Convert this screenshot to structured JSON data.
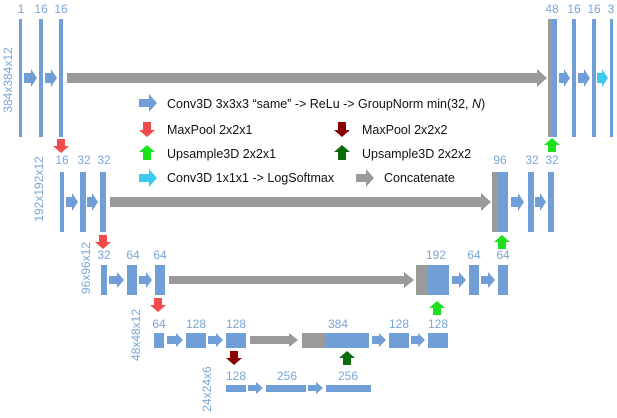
{
  "colors": {
    "block": "#6f9fd6",
    "label": "#7aa6d6",
    "conv_arrow": "#6f9fd6",
    "concat": "#9a9a9a",
    "maxpool_221": "#f04a4a",
    "maxpool_222": "#8b0000",
    "upsample_221": "#1ee01e",
    "upsample_222": "#0b6b0b",
    "final_conv": "#3fc8f0"
  },
  "dimension_labels": {
    "level1": "384x384x12",
    "level2": "192x192x12",
    "level3": "96x96x12",
    "level4": "48x48x12",
    "level5": "24x24x6"
  },
  "channels": {
    "l1_in": "1",
    "l1_a": "16",
    "l1_b": "16",
    "l2_in": "16",
    "l2_a": "32",
    "l2_b": "32",
    "l3_in": "32",
    "l3_a": "64",
    "l3_b": "64",
    "l4_in": "64",
    "l4_a": "128",
    "l4_b": "128",
    "l5_in": "128",
    "l5_a": "256",
    "l5_b": "256",
    "u4_cat": "384",
    "u4_a": "128",
    "u4_b": "128",
    "u3_cat": "192",
    "u3_a": "64",
    "u3_b": "64",
    "u2_cat": "96",
    "u2_a": "32",
    "u2_b": "32",
    "u1_cat": "48",
    "u1_a": "16",
    "u1_b": "16",
    "u1_out": "3"
  },
  "legend": {
    "conv_prefix": "Conv3D 3x3x3 “same” -> ReLu -> GroupNorm min(32, ",
    "conv_var": "N",
    "conv_suffix": ")",
    "maxpool_221": "MaxPool 2x2x1",
    "maxpool_222": "MaxPool 2x2x2",
    "upsample_221": "Upsample3D 2x2x1",
    "upsample_222": "Upsample3D 2x2x2",
    "final_conv": "Conv3D 1x1x1 -> LogSoftmax",
    "concat": "Concatenate"
  }
}
